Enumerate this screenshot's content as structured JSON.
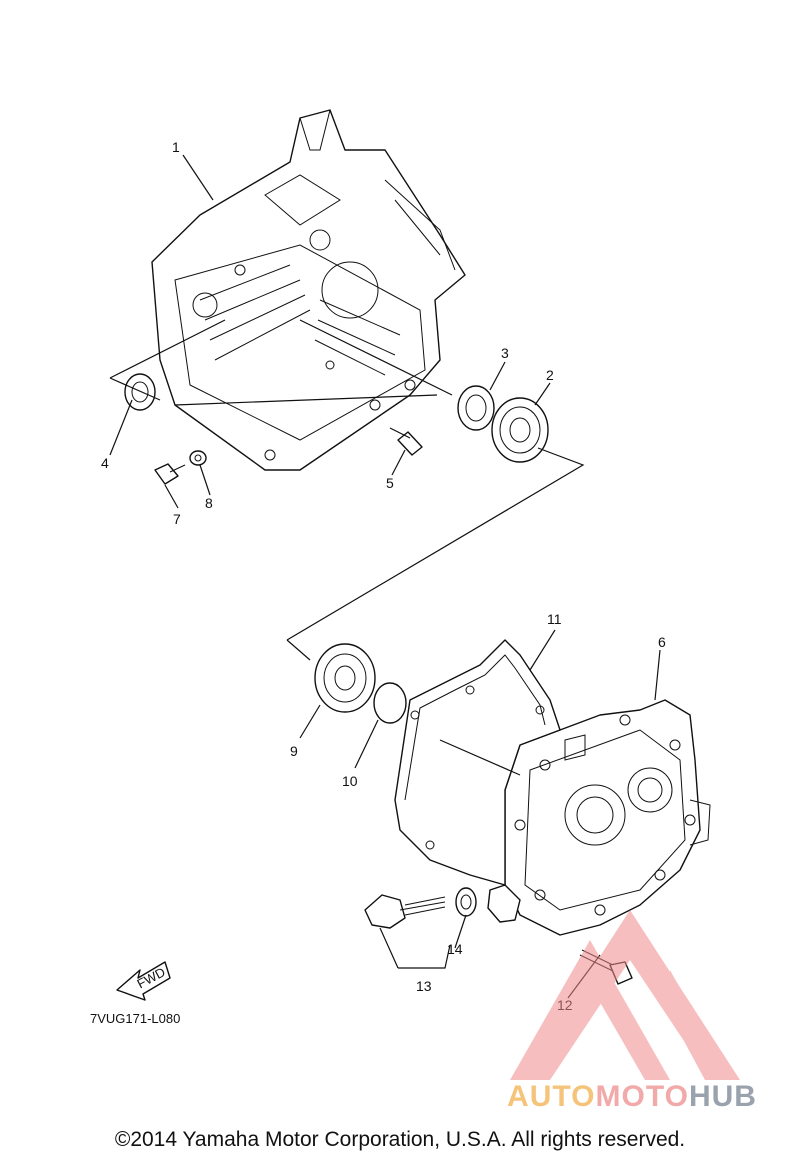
{
  "diagram": {
    "part_numbers": [
      "1",
      "2",
      "3",
      "4",
      "5",
      "6",
      "7",
      "8",
      "9",
      "10",
      "11",
      "12",
      "13",
      "14"
    ],
    "fwd_label": "FWD",
    "drawing_code": "7VUG171-L080"
  },
  "watermark": {
    "brand_part1": "AUTO",
    "brand_part2": "MOTO",
    "brand_part3": "HUB",
    "colors": {
      "orange": "#f5c47a",
      "red": "#f2a9a9",
      "gray": "#9aa2ad"
    }
  },
  "footer": {
    "copyright": "©2014 Yamaha Motor Corporation, U.S.A. All rights reserved."
  }
}
